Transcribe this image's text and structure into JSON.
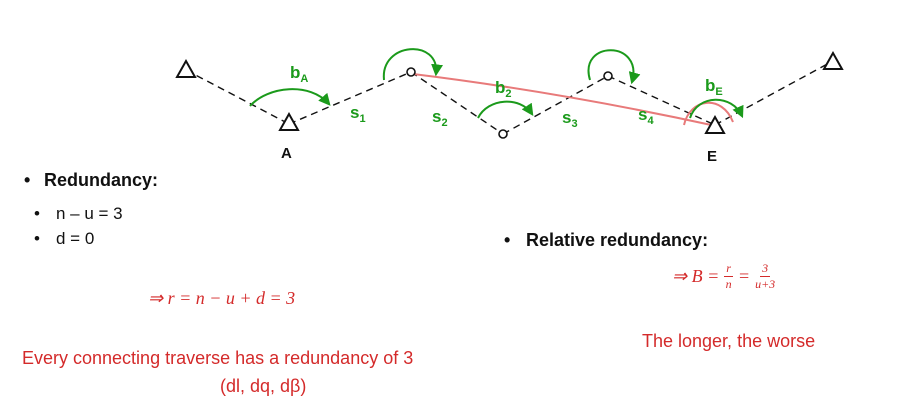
{
  "diagram": {
    "points": {
      "start_left": "A",
      "end_right": "E"
    },
    "angle_labels": [
      {
        "base": "b",
        "sub": "A"
      },
      {
        "base": "b",
        "sub": "2"
      },
      {
        "base": "b",
        "sub": "E"
      }
    ],
    "side_labels": [
      {
        "base": "s",
        "sub": "1"
      },
      {
        "base": "s",
        "sub": "2"
      },
      {
        "base": "s",
        "sub": "3"
      },
      {
        "base": "s",
        "sub": "4"
      }
    ],
    "colors": {
      "traverse": "#111111",
      "angles": "#1b9a1b",
      "closing_line": "#e87a7a"
    }
  },
  "redundancy": {
    "heading": "Redundancy:",
    "items": [
      "n – u = 3",
      "d = 0"
    ],
    "formula": "⇒ r = n − u + d = 3"
  },
  "relative_redundancy": {
    "heading": "Relative redundancy:",
    "formula_prefix": "⇒ B =",
    "frac1_num": "r",
    "frac1_den": "n",
    "equals": "=",
    "frac2_num": "3",
    "frac2_den": "u+3"
  },
  "notes": {
    "line1": "Every connecting traverse has a redundancy of 3",
    "line2": "(dl, dq, dβ)",
    "worse": "The longer, the worse"
  }
}
